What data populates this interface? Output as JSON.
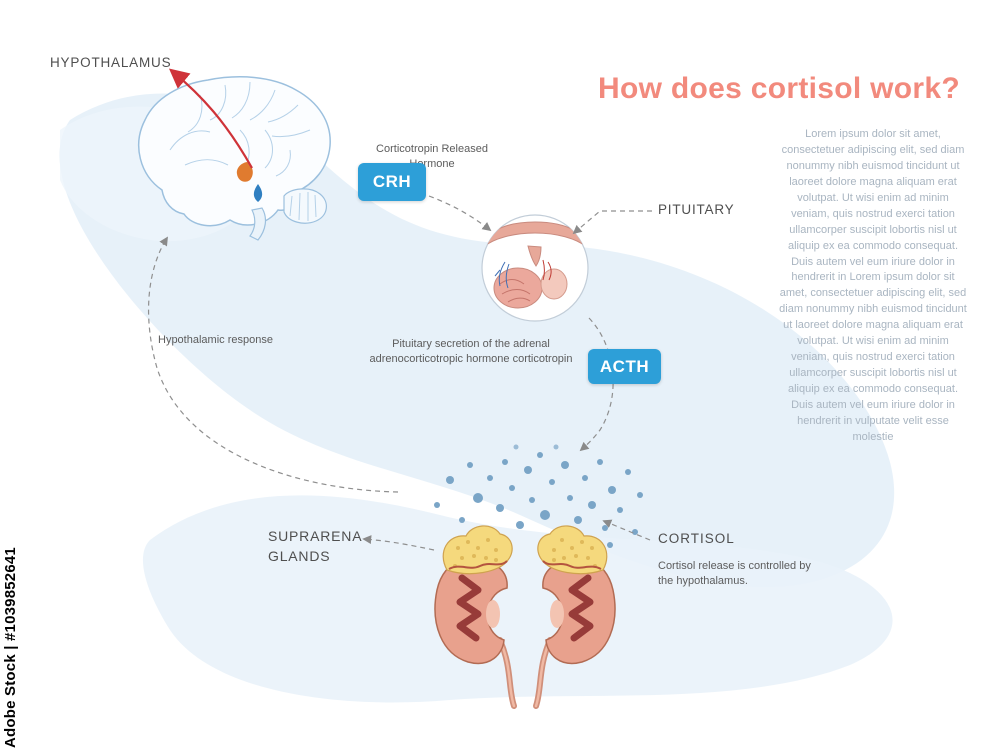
{
  "title": "How does cortisol work?",
  "watermark": "Adobe Stock | #1039852641",
  "diagram": {
    "hypothalamus_label": "HYPOTHALAMUS",
    "pituitary_label": "PITUITARY",
    "suprarenal_label": "SUPRARENA\nGLANDS",
    "cortisol_label": "CORTISOL",
    "crh_badge": "CRH",
    "acth_badge": "ACTH",
    "crh_caption": "Corticotropin Released Hormone",
    "acth_caption": "Pituitary secretion of the adrenal adrenocorticotropic hormone corticotropin",
    "cortisol_caption": "Cortisol release is controlled by the hypothalamus.",
    "loop_caption": "Hypothalamic response"
  },
  "body_text": "Lorem ipsum dolor sit amet, consectetuer adipiscing elit, sed diam nonummy nibh euismod tincidunt ut laoreet dolore magna aliquam erat volutpat. Ut wisi enim ad minim veniam, quis nostrud exerci tation ullamcorper suscipit lobortis nisl ut aliquip ex ea commodo consequat. Duis autem vel eum iriure dolor in hendrerit in Lorem ipsum dolor sit amet, consectetuer adipiscing elit, sed diam nonummy nibh euismod tincidunt ut laoreet dolore magna aliquam erat volutpat. Ut wisi enim ad minim veniam, quis nostrud exerci tation ullamcorper suscipit lobortis nisl ut aliquip ex ea commodo consequat. Duis autem vel eum iriure dolor in hendrerit in vulputate velit esse molestie",
  "colors": {
    "accent_blue": "#2d9fd8",
    "title_coral": "#f28a7d",
    "arrow_red": "#cf3339",
    "dot_blue": "#7aa5c7",
    "blob_blue": "#dfeaf5",
    "label_gray": "#4f4f4f",
    "body_text_gray": "#a9b5c1",
    "adrenal_yellow": "#f5d97d",
    "kidney_skin": "#e8a18d"
  }
}
